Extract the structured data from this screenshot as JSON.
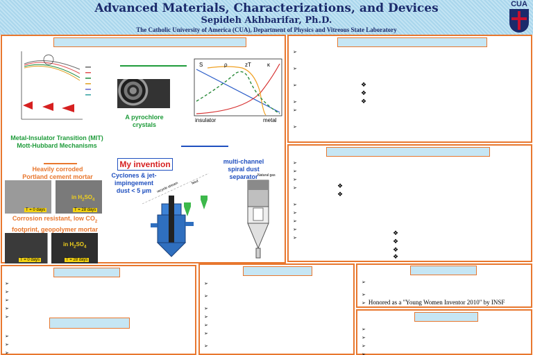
{
  "header": {
    "title": "Advanced Materials, Characterizations, and Devices",
    "author": "Sepideh Akhbarifar, Ph.D.",
    "affiliation": "The Catholic University of America (CUA), Department of Physics and Vitreous State Laboratory",
    "logo_text": "CUA"
  },
  "main_panel": {
    "mit_caption_1": "Metal-Insulator Transition (MIT)",
    "mit_caption_2": "Mott-Hubbard Mechanisms",
    "pyrochlore_1": "A  pyrochlore",
    "pyrochlore_2": "crystals",
    "te_labels": {
      "s": "S",
      "rho": "ρ",
      "zt": "zT",
      "kappa": "κ",
      "insulator": "insulator",
      "metal": "metal"
    },
    "corroded_1": "Heavily corroded",
    "corroded_2": "Portland cement mortar",
    "resist_1": "Corrosion resistant, low CO",
    "resist_1_sub": "2",
    "resist_2": "footprint, geopolymer mortar",
    "tag_0": "T = 0 days",
    "tag_28": "T = 28 days",
    "acid_1": "in H",
    "acid_1_sub1": "2",
    "acid_1_mid": "SO",
    "acid_1_sub2": "4",
    "invention": "My invention",
    "cyclone_1": "Cyclones & jet-",
    "cyclone_2": "impingement",
    "cyclone_3": "dust < 5 μm",
    "spiral_1": "multi-channel",
    "spiral_2": "spiral dust",
    "spiral_3": "separator",
    "natural_gas": "Natural gas",
    "recycle": "recycle stream",
    "feed": "feed"
  },
  "honors": {
    "item": "Honored as a \"Young Women Inventor 2010\" by INSF"
  },
  "colors": {
    "border": "#e8772e",
    "bar": "#c6e6f4",
    "title": "#1b2a6b",
    "green": "#1e9b3a",
    "blue": "#1f4fbf"
  }
}
